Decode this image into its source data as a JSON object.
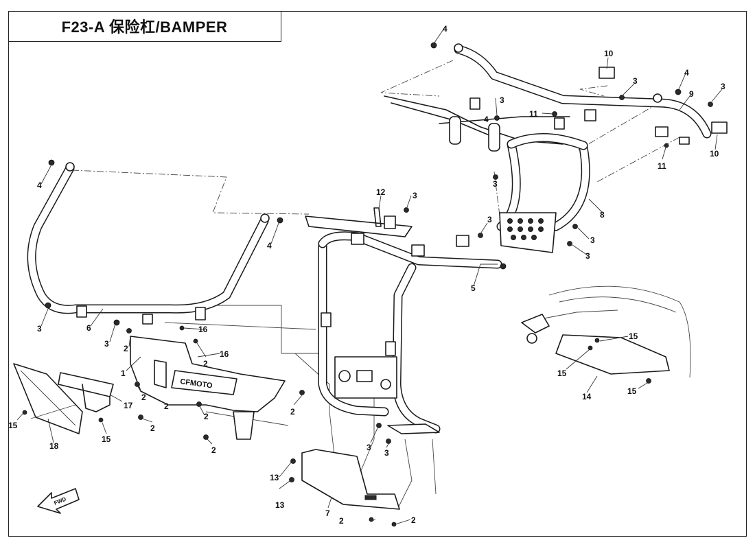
{
  "title": "F23-A 保险杠/BAMPER",
  "brand_marking": "CFMOTO",
  "direction_marking": "FWD",
  "callouts": [
    {
      "label": "1"
    },
    {
      "label": "2"
    },
    {
      "label": "2"
    },
    {
      "label": "2"
    },
    {
      "label": "2"
    },
    {
      "label": "2"
    },
    {
      "label": "2"
    },
    {
      "label": "2"
    },
    {
      "label": "2"
    },
    {
      "label": "2"
    },
    {
      "label": "2"
    },
    {
      "label": "3"
    },
    {
      "label": "3"
    },
    {
      "label": "3"
    },
    {
      "label": "3"
    },
    {
      "label": "3"
    },
    {
      "label": "3"
    },
    {
      "label": "3"
    },
    {
      "label": "3"
    },
    {
      "label": "3"
    },
    {
      "label": "3"
    },
    {
      "label": "3"
    },
    {
      "label": "3"
    },
    {
      "label": "4"
    },
    {
      "label": "4"
    },
    {
      "label": "4"
    },
    {
      "label": "4"
    },
    {
      "label": "4"
    },
    {
      "label": "5"
    },
    {
      "label": "6"
    },
    {
      "label": "7"
    },
    {
      "label": "8"
    },
    {
      "label": "9"
    },
    {
      "label": "10"
    },
    {
      "label": "10"
    },
    {
      "label": "11"
    },
    {
      "label": "11"
    },
    {
      "label": "12"
    },
    {
      "label": "13"
    },
    {
      "label": "13"
    },
    {
      "label": "14"
    },
    {
      "label": "15"
    },
    {
      "label": "15"
    },
    {
      "label": "15"
    },
    {
      "label": "15"
    },
    {
      "label": "15"
    },
    {
      "label": "16"
    },
    {
      "label": "16"
    },
    {
      "label": "17"
    },
    {
      "label": "18"
    }
  ]
}
